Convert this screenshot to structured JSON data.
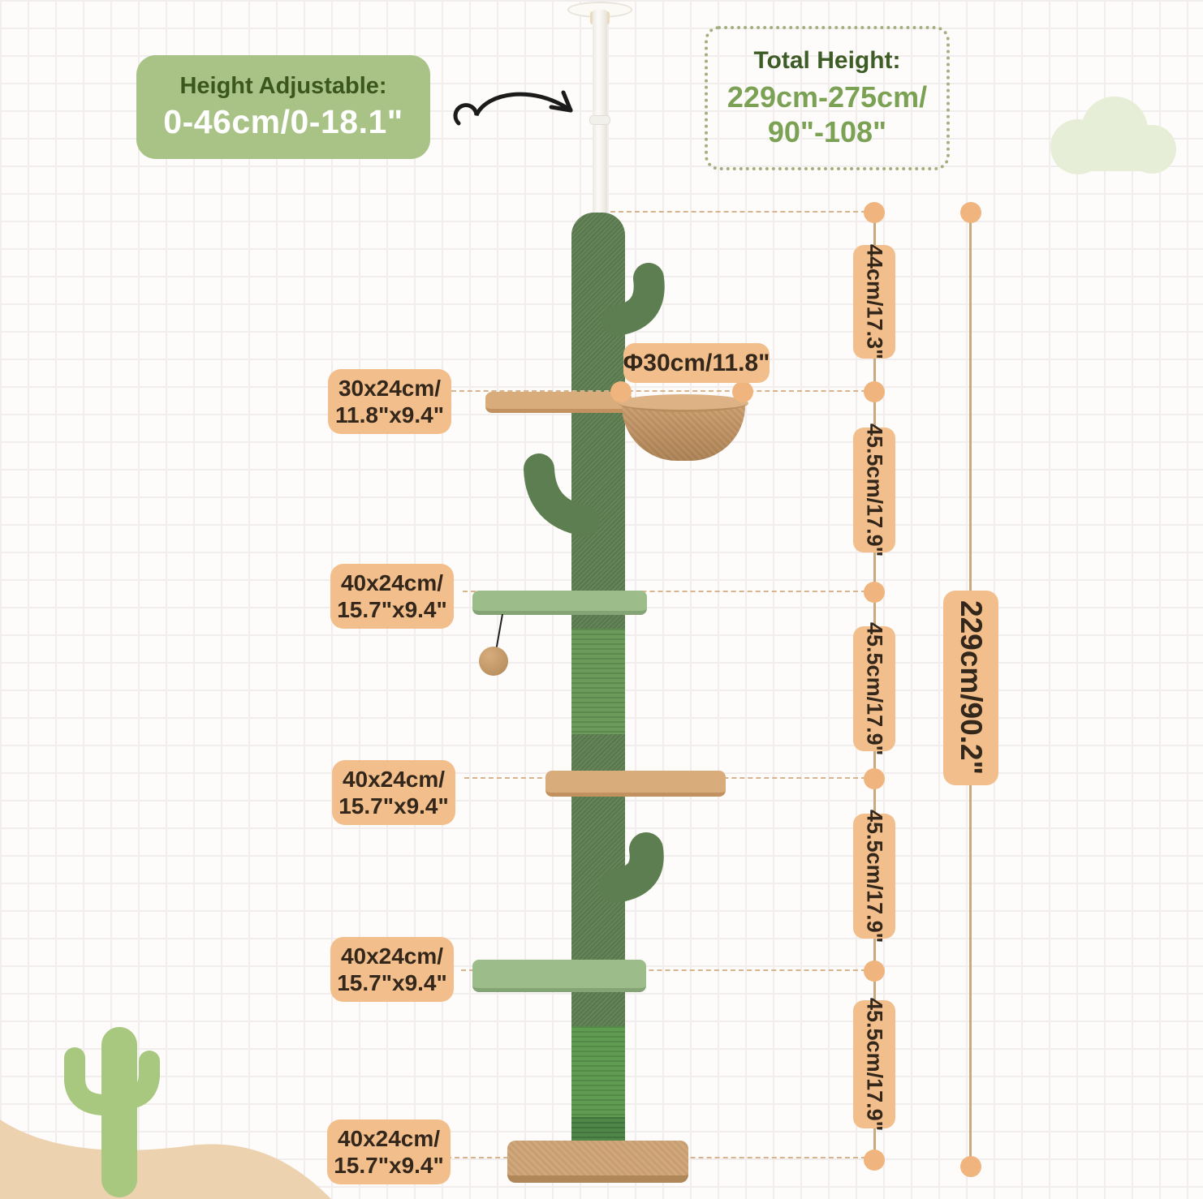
{
  "adjustable_box": {
    "title": "Height Adjustable:",
    "value": "0-46cm/0-18.1\""
  },
  "total_box": {
    "title": "Total Height:",
    "value_line1": "229cm-275cm/",
    "value_line2": "90\"-108\""
  },
  "platform_labels": [
    {
      "line1": "30x24cm/",
      "line2": "11.8\"x9.4\""
    },
    {
      "line1": "40x24cm/",
      "line2": "15.7\"x9.4\""
    },
    {
      "line1": "40x24cm/",
      "line2": "15.7\"x9.4\""
    },
    {
      "line1": "40x24cm/",
      "line2": "15.7\"x9.4\""
    },
    {
      "line1": "40x24cm/",
      "line2": "15.7\"x9.4\""
    }
  ],
  "hammock_diameter_label": "Φ30cm/11.8\"",
  "height_segments": [
    "44cm/17.3\"",
    "45.5cm/17.9\"",
    "45.5cm/17.9\"",
    "45.5cm/17.9\"",
    "45.5cm/17.9\""
  ],
  "total_height_label": "229cm/90.2\"",
  "colors": {
    "badge_green": "#a9c285",
    "badge_title_green": "#3c571d",
    "total_value_green": "#7ba254",
    "label_orange": "#f2bf8c",
    "label_text": "#33261a",
    "measure_line": "#c9a97e",
    "measure_dot": "#f0b57e",
    "post_green": "#5d7e51",
    "sisal_green": "#6a9b5a",
    "platform_green": "#9cbc8a",
    "platform_tan": "#d9ad7b",
    "hammock_tan": "#c89e6e",
    "cloud_green": "#e6eed7",
    "dune_sand": "#ecd2af",
    "deco_cactus_green": "#a7c87e"
  }
}
